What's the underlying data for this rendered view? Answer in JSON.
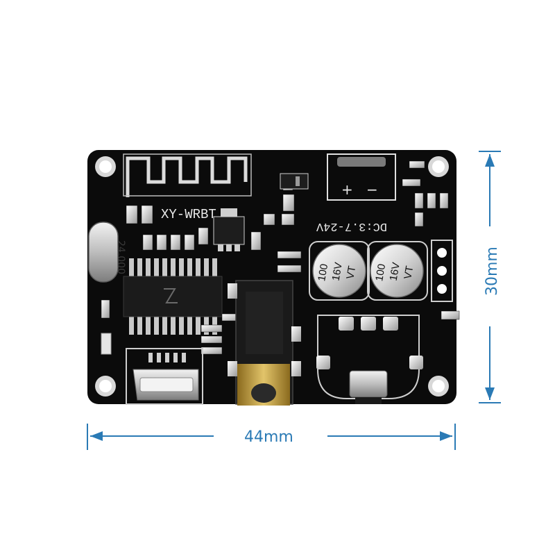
{
  "product": {
    "board_label": "XY-WRBT",
    "power_label": "DC:3.7-24V",
    "plus_sign": "+",
    "minus_sign": "−",
    "crystal_text": "24.000",
    "cap1_line1": "100",
    "cap1_line2": "16V",
    "cap1_line3": "VT",
    "cap2_line1": "100",
    "cap2_line2": "16V",
    "cap2_line3": "VT"
  },
  "dimensions": {
    "width_label": "44mm",
    "height_label": "30mm"
  },
  "colors": {
    "pcb": "#0b0b0b",
    "silkscreen": "#e8e8e8",
    "dimension": "#2a7ab5"
  }
}
